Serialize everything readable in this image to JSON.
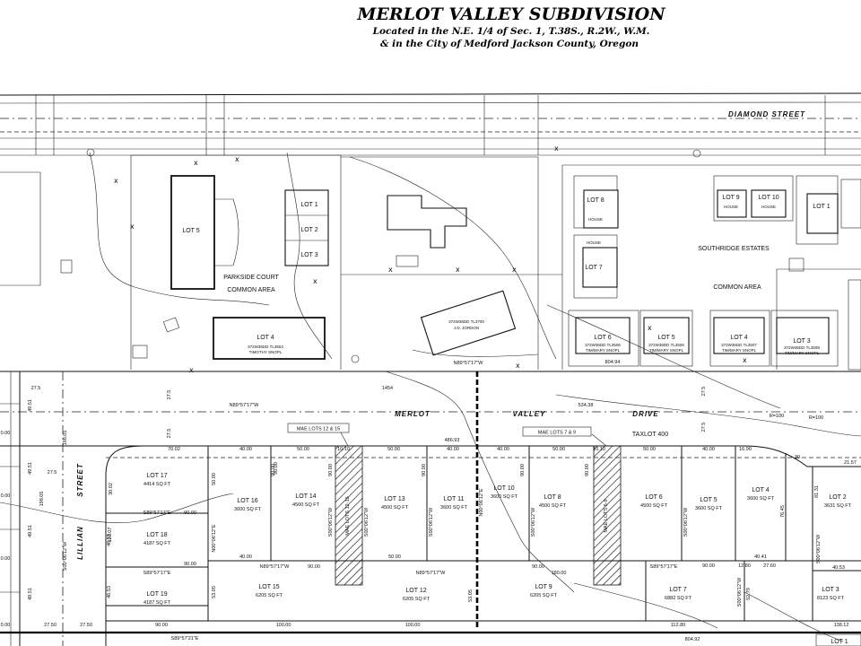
{
  "title": {
    "line1": "MERLOT VALLEY SUBDIVISION",
    "line2": "Located in the N.E. 1/4 of Sec. 1, T.38S., R.2W., W.M.",
    "line3": "& in the City of Medford   Jackson County, Oregon"
  },
  "streets": {
    "diamond": "DIAMOND    STREET",
    "merlot": "MERLOT",
    "valley": "VALLEY",
    "drive": "DRIVE",
    "lillian": "LILLIAN",
    "lillian_street": "STREET"
  },
  "north_area": {
    "parkside_court": "PARKSIDE COURT",
    "common_area_w": "COMMON AREA",
    "southridge": "SOUTHRIDGE ESTATES",
    "common_area_e": "COMMON AREA",
    "house": "HOUSE",
    "lots": {
      "p5": "LOT 5",
      "p1": "LOT 1",
      "p2": "LOT 2",
      "p3": "LOT 3",
      "p4": "LOT 4",
      "s8": "LOT 8",
      "s7": "LOT 7",
      "s9": "LOT 9",
      "s10": "LOT 10",
      "s1": "LOT 1",
      "s6": "LOT 6",
      "s5": "LOT 5",
      "s4": "LOT 4",
      "s3": "LOT 3"
    },
    "owners": {
      "p4_tl": "372W36DD TL3804",
      "p4_name": "TIMOTHY SNOPL",
      "tl3700": "372W36DD TL3700",
      "jordon": "J.D. JORDON",
      "s6_tl": "372W36DD TL3506",
      "s6_name": "TIM/MARY SNOPL",
      "s5_tl": "372W36DD TL3506",
      "s5_name": "TIM/MARY SNOPL",
      "s4_tl": "372W36DD TL3507",
      "s4_name": "TIM/MARY SNOPL",
      "s3_tl": "372W36DD TL3508",
      "s3_name": "TIM/MARY SNOPL"
    }
  },
  "bearings": {
    "n89_57_17w_a": "N89°57'17\"W",
    "n89_57_17w_b": "N89°57'17\"W",
    "n89_57_17w_c": "N89°57'17\"W",
    "n89_57_17w_d": "N89°57'17\"W",
    "s89_57_17e_a": "S89°57'17\"E",
    "s89_57_17e_b": "S89°57'17\"E",
    "s89_57_17e_c": "S89°57'17\"E",
    "s89_57_21e": "S89°57'21\"E",
    "s00_06_12w_a": "S00°06'12\"W",
    "s00_06_12w_b": "S00°06'12\"W",
    "s00_06_12w_c": "S00°06'12\"W",
    "s00_06_12w_d": "S00°06'12\"W",
    "s00_06_12w_e": "S00°06'12\"W",
    "s00_06_12w_f": "S00°06'12\"W",
    "s00_06_12w_g": "S00°06'12\"W",
    "n00_06_12e_a": "N00°06'12\"E",
    "n00_06_12e_b": "N00°06'12\"E"
  },
  "dims": {
    "d27_5a": "27.5",
    "d27_5b": "27.5",
    "d27_5c": "27.5",
    "d27_5d": "27.5",
    "d534_38": "534.38",
    "d486_93": "486.93",
    "d804_94": "804.94",
    "d804_92": "804.92",
    "d1454": "1454",
    "r100": "R=100",
    "r100b": "R=100",
    "d70_02": "70.02",
    "d40_00a": "40.00",
    "d40_00b": "40.00",
    "d40_00c": "40.00",
    "d40_00d": "40.00",
    "d10_10a": "10.10",
    "d10_10b": "10.10",
    "d50_00a": "50.00",
    "d50_00b": "50.00",
    "d50_00c": "50.00",
    "d50_00d": "50.00",
    "d50_00e": "50.00",
    "d40_00e": "40.00",
    "d16_90": "16.90",
    "d30": "30",
    "d21_57": "21.57",
    "d90_00a": "90.00",
    "d90_00b": "90.00",
    "d90_00c": "90.00",
    "d90_00d": "90.00",
    "d90_00e": "90.00",
    "d90_00f": "90.00",
    "d90_00g": "90.00",
    "d180_00": "180.00",
    "d112_80": "112.80",
    "d100_00a": "100.00",
    "d100_00b": "100.00",
    "d138_12": "138.12",
    "d27_50a": "27.50",
    "d27_50b": "27.50",
    "d40_41": "40.41",
    "d12_80": "12.80",
    "d27_60": "27.60",
    "d40_53": "40.53",
    "d123_07": "123.07",
    "d46_53a": "46.53",
    "d46_53b": "46.53",
    "d53_05a": "53.05",
    "d53_05b": "53.05",
    "d52_79": "52.79",
    "d76_45": "76.45",
    "d81_31": "81.31",
    "d198_05a": "198.05",
    "d198_05b": "198.05",
    "d49_51a": "49.51",
    "d49_51b": "49.51",
    "d49_51c": "49.51",
    "d49_51d": "49.51",
    "d0_00a": "0.00",
    "d0_00b": "0.00",
    "d0_00c": "0.00",
    "d30_02": "30.02"
  },
  "mae": {
    "lots_12_15": "MAE LOTS 12 & 15",
    "lots_7_9": "MAE LOTS 7 & 9",
    "lots_12_15_v": "MAE LOTS 12-15",
    "lots_6_9_v": "MAE LOTS 6-9",
    "taxlot": "TAXLOT 400"
  },
  "lots": [
    {
      "id": "17",
      "name": "LOT 17",
      "area": "4414 SQ FT"
    },
    {
      "id": "16",
      "name": "LOT 16",
      "area": "3600 SQ FT"
    },
    {
      "id": "14",
      "name": "LOT 14",
      "area": "4500 SQ FT"
    },
    {
      "id": "13",
      "name": "LOT 13",
      "area": "4500 SQ FT"
    },
    {
      "id": "11",
      "name": "LOT 11",
      "area": "3600 SQ FT"
    },
    {
      "id": "10",
      "name": "LOT 10",
      "area": "3600 SQ FT"
    },
    {
      "id": "8",
      "name": "LOT 8",
      "area": "4500 SQ FT"
    },
    {
      "id": "6",
      "name": "LOT 6",
      "area": "4500 SQ FT"
    },
    {
      "id": "5",
      "name": "LOT 5",
      "area": "3600 SQ FT"
    },
    {
      "id": "4",
      "name": "LOT 4",
      "area": "3600 SQ FT"
    },
    {
      "id": "2",
      "name": "LOT 2",
      "area": "3631 SQ FT"
    },
    {
      "id": "18",
      "name": "LOT 18",
      "area": "4187 SQ FT"
    },
    {
      "id": "19",
      "name": "LOT 19",
      "area": "4187 SQ FT"
    },
    {
      "id": "15",
      "name": "LOT 15",
      "area": "6205 SQ FT"
    },
    {
      "id": "12",
      "name": "LOT 12",
      "area": "6205 SQ FT"
    },
    {
      "id": "9",
      "name": "LOT 9",
      "area": "6205 SQ FT"
    },
    {
      "id": "7",
      "name": "LOT 7",
      "area": "6882 SQ FT"
    },
    {
      "id": "3",
      "name": "LOT 3",
      "area": "8123 SQ FT"
    },
    {
      "id": "1",
      "name": "LOT 1",
      "area": ""
    }
  ]
}
